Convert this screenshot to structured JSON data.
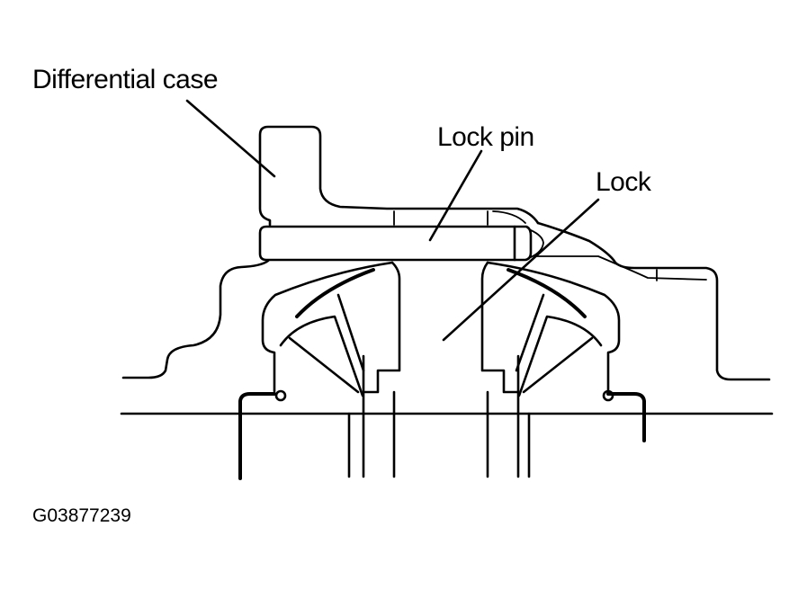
{
  "labels": {
    "differential_case": "Differential case",
    "lock_pin": "Lock pin",
    "lock": "Lock"
  },
  "figure_id": "G03877239"
}
